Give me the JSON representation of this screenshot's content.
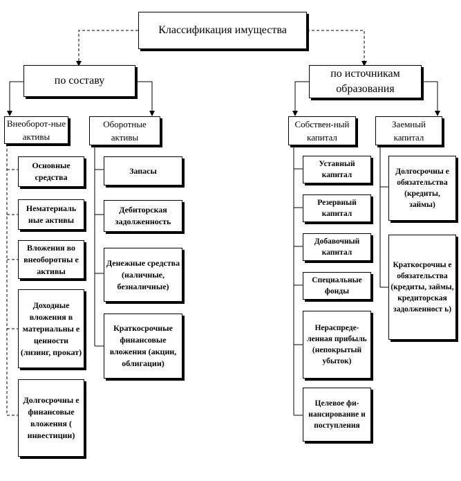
{
  "root": {
    "title": "Классификация имущества"
  },
  "by_composition": {
    "title": "по составу",
    "non_current": {
      "title": "Внеоборот-ные активы",
      "items": [
        "Основные средства",
        "Нематериаль ные активы",
        "Вложения во внеоборотны е активы",
        "Доходные вложения в материальны е ценности (лизинг, прокат)",
        "Долгосрочны е финансовые вложения ( инвестиции)"
      ]
    },
    "current": {
      "title": "Оборотные активы",
      "items": [
        "Запасы",
        "Дебиторская задолженность",
        "Денежные средства (наличные, безналичные)",
        "Краткосрочные финансовые вложения (акции, облигации)"
      ]
    }
  },
  "by_source": {
    "title": "по источникам образования",
    "equity": {
      "title": "Собствен-ный капитал",
      "items": [
        "Уставный капитал",
        "Резервный капитал",
        "Добавочный капитал",
        "Специальные фонды",
        "Нераспреде-ленная прибыль (непокрытый убыток)",
        "Целевое фи-нансирование и поступления"
      ]
    },
    "borrowed": {
      "title": "Заемный капитал",
      "items": [
        "Долгосрочны е обязательства (кредиты, займы)",
        "Краткосрочны е обязательства (кредиты, займы, кредиторская задолженност ь)"
      ]
    }
  }
}
